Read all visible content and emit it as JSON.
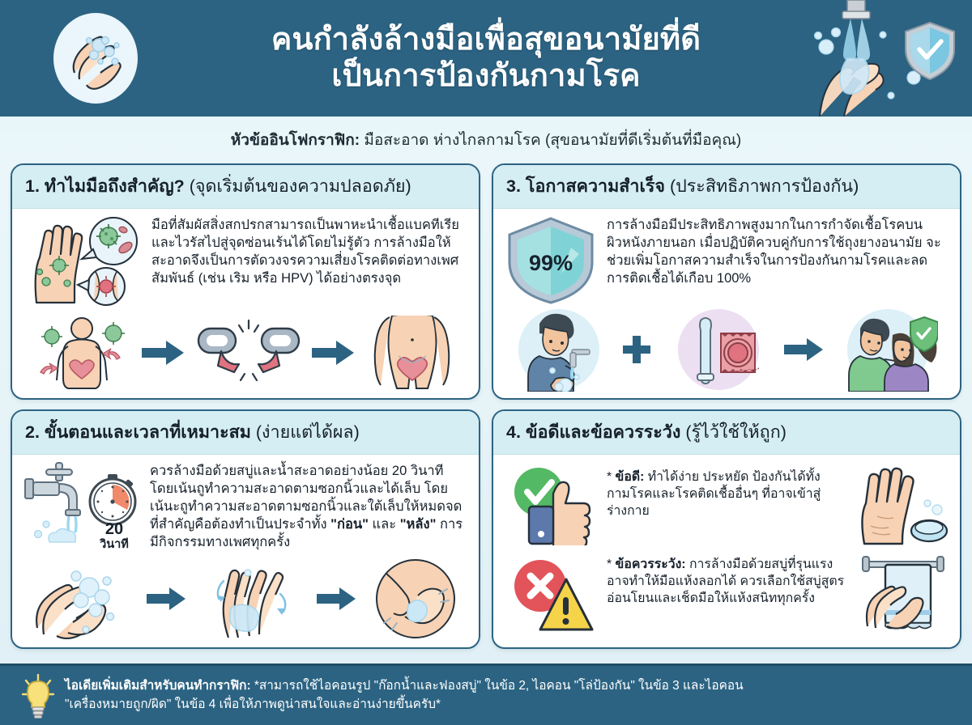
{
  "header": {
    "title_line1": "คนกำลังล้างมือเพื่อสุขอนามัยที่ดี",
    "title_line2": "เป็นการป้องกันกามโรค",
    "logo_icon": "hands-washing-icon",
    "art_icon": "faucet-hands-shield-icon"
  },
  "subtitle": {
    "label": "หัวข้ออินโฟกราฟิก:",
    "text": " มือสะอาด ห่างไกลกามโรค (สุขอนามัยที่ดีเริ่มต้นที่มือคุณ)"
  },
  "cards": [
    {
      "number": "1.",
      "title": " ทำไมมือถึงสำคัญ? ",
      "paren": "(จุดเริ่มต้นของความปลอดภัย)",
      "body": "มือที่สัมผัสสิ่งสกปรกสามารถเป็นพาหะนำเชื้อแบคทีเรียและไวรัสไปสู่จุดซ่อนเร้นได้โดยไม่รู้ตัว การล้างมือให้สะอาดจึงเป็นการตัดวงจรความเสี่ยงโรคติดต่อทางเพศสัมพันธ์ (เช่น เริม หรือ HPV) ได้อย่างตรงจุด",
      "icon_main": "hand-with-germs-icon",
      "sequence": [
        "body-with-germs-icon",
        "arrow-right-icon",
        "broken-chain-icon",
        "arrow-right-icon",
        "protected-body-icon"
      ]
    },
    {
      "number": "2.",
      "title": " ขั้นตอนและเวลาที่เหมาะสม ",
      "paren": "(ง่ายแต่ได้ผล)",
      "body_pre": "ควรล้างมือด้วยสบู่และน้ำสะอาดอย่างน้อย 20 วินาที โดยเน้นถูทำความสะอาดตามซอกนิ้วและได้เล็บ โดยเน้นะถูทำความสะอาดตามซอกนิ้วและใต้เล็บให้หมดจด ที่สำคัญคือต้องทำเป็นประจำทั้ง ",
      "before": "\"ก่อน\"",
      "mid": " และ ",
      "after": "\"หลัง\"",
      "body_post": " การมีกิจกรรมทางเพศทุกครั้ง",
      "timer_value": "20",
      "timer_unit": "วินาที",
      "icon_main": "faucet-and-stopwatch-icon",
      "sequence": [
        "lathering-hands-icon",
        "arrow-right-icon",
        "rubbing-palms-icon",
        "arrow-right-icon",
        "scrubbing-nails-icon"
      ]
    },
    {
      "number": "3.",
      "title": " โอกาสความสำเร็จ ",
      "paren": "(ประสิทธิภาพการป้องกัน)",
      "body": "การล้างมือมีประสิทธิภาพสูงมากในการกำจัดเชื้อโรคบนผิวหนังภายนอก เมื่อปฏิบัติควบคู่กับการใช้ถุงยางอนามัย จะช่วยเพิ่มโอกาสความสำเร็จในการป้องกันกามโรคและลดการติดเชื้อได้เกือบ 100%",
      "shield_value": "99%",
      "icon_main": "shield-99-percent-icon",
      "sequence": [
        "man-washing-hands-icon",
        "plus-icon",
        "condom-icon",
        "arrow-right-icon",
        "protected-couple-icon"
      ]
    },
    {
      "number": "4.",
      "title": " ข้อดีและข้อควรระวัง ",
      "paren": "(รู้ไว้ใช้ให้ถูก)",
      "pro": {
        "bullet": "*",
        "lead": "ข้อดี:",
        "text": " ทำได้ง่าย ประหยัด ป้องกันได้ทั้งกามโรคและโรคติดเชื้ออื่นๆ ที่อาจเข้าสู่ร่างกาย",
        "icon_left": "check-thumbs-up-icon",
        "icon_right": "hand-and-soap-icon"
      },
      "con": {
        "bullet": "*",
        "lead": "ข้อควรระวัง:",
        "text": " การล้างมือด้วยสบู่ที่รุนแรงอาจทำให้มือแห้งลอกได้ ควรเลือกใช้สบู่สูตรอ่อนโยนและเช็ดมือให้แห้งสนิททุกครั้ง",
        "icon_left": "cross-warning-icon",
        "icon_right": "towel-drying-hands-icon"
      }
    }
  ],
  "footer": {
    "icon": "lightbulb-icon",
    "lead": "ไอเดียเพิ่มเติมสำหรับคนทำกราฟิก:",
    "line1": " *สามารถใช้ไอคอนรูป \"ก๊อกน้ำและฟองสบู่\" ในข้อ 2, ไอคอน \"โล่ป้องกัน\" ในข้อ 3 และไอคอน",
    "line2": "\"เครื่องหมายถูก/ผิด\" ในข้อ 4 เพื่อให้ภาพดูน่าสนใจและอ่านง่ายขึ้นครับ*"
  },
  "colors": {
    "banner": "#2c6382",
    "card_border": "#2c6382",
    "card_head": "#d5eef3",
    "page_bg": "#eaf6f9",
    "arrow": "#2c6382",
    "skin": "#f7d2b4",
    "germ_green": "#7cc08a",
    "pink": "#e8909a",
    "check_green": "#54b964",
    "cross_red": "#e2545a",
    "warn_yellow": "#f6d44a"
  }
}
